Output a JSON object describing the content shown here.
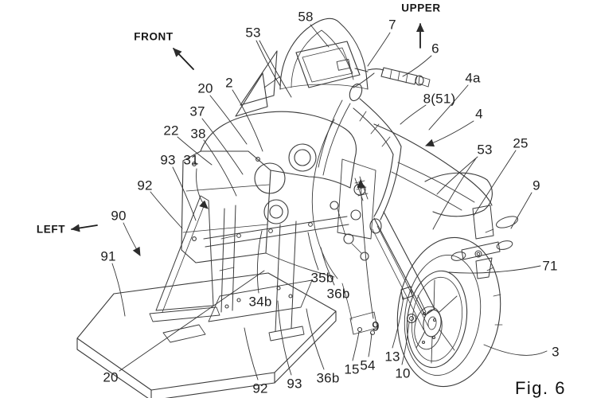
{
  "figure_caption": "Fig. 6",
  "directions": {
    "upper": "UPPER",
    "front": "FRONT",
    "left": "LEFT"
  },
  "labels": {
    "n58": "58",
    "n53a": "53",
    "n7": "7",
    "n6": "6",
    "n2": "2",
    "n20a": "20",
    "n37": "37",
    "n22": "22",
    "n38": "38",
    "n93a": "93",
    "n31": "31",
    "n92a": "92",
    "n90": "90",
    "n91": "91",
    "n4a": "4a",
    "n8_51": "8(51)",
    "n4": "4",
    "n53b": "53",
    "n25": "25",
    "n9a": "9",
    "n71": "71",
    "n3": "3",
    "n20b": "20",
    "n34b": "34b",
    "n92b": "92",
    "n93b": "93",
    "n35b": "35b",
    "n36b_a": "36b",
    "n36b_b": "36b",
    "n9b": "9",
    "n15": "15",
    "n54": "54",
    "n13": "13",
    "n10": "10"
  },
  "colors": {
    "ink": "#3a3a3a",
    "label_ink": "#1f1f1f",
    "background": "#ffffff"
  }
}
